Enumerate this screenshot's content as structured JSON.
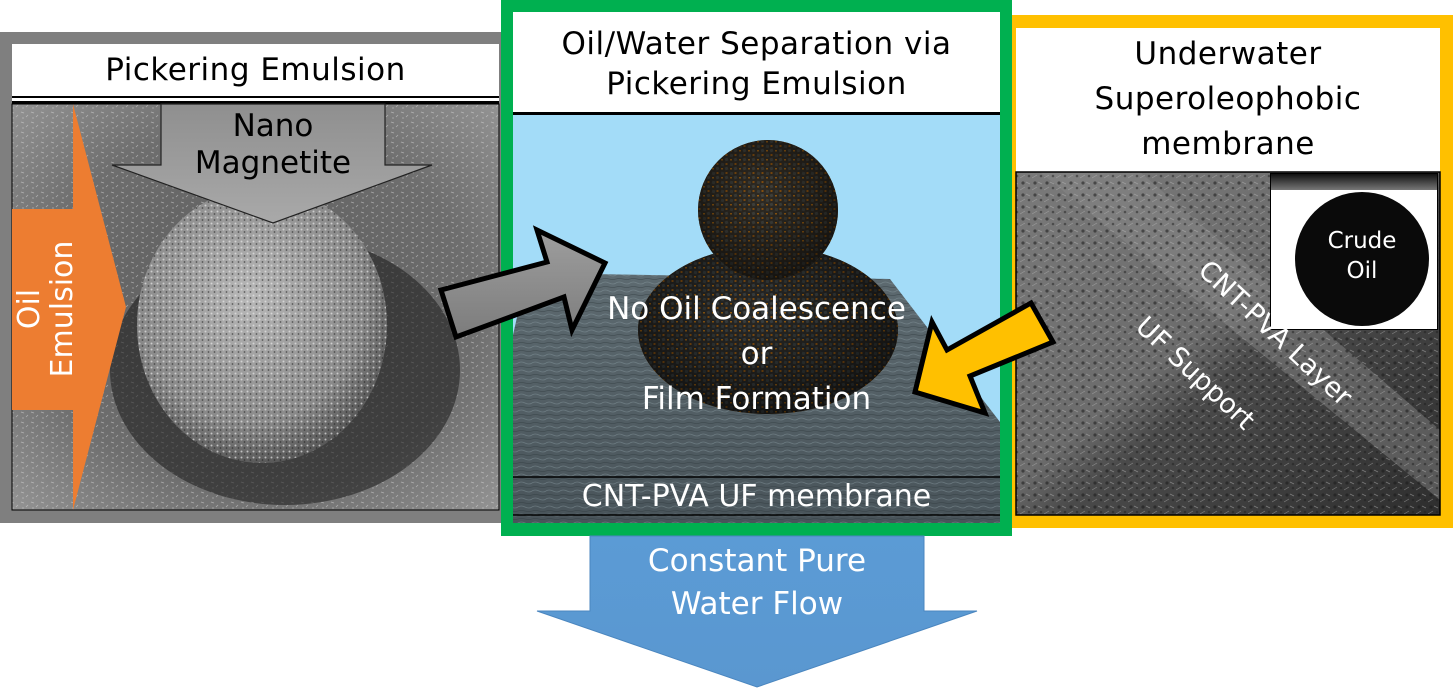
{
  "colors": {
    "left_frame": "#7f7f7f",
    "center_frame": "#00b050",
    "right_frame": "#ffc000",
    "oil_arrow": "#ed7d31",
    "water_arrow": "#5b9bd5",
    "water_background": "#a3dcf8",
    "gray_arrow": "#8c8c8c",
    "yellow_arrow": "#ffc000"
  },
  "panels": {
    "left": {
      "title": "Pickering Emulsion",
      "arrow_top_label": [
        "Nano",
        "Magnetite"
      ],
      "arrow_side_label": [
        "Oil",
        "Emulsion"
      ]
    },
    "center": {
      "title_lines": [
        "Oil/Water Separation via",
        "Pickering Emulsion"
      ],
      "overlay_lines": [
        "No Oil Coalescence",
        "or",
        "Film Formation"
      ],
      "membrane_label": "CNT-PVA UF membrane"
    },
    "right": {
      "title_lines": [
        "Underwater",
        "Superoleophobic",
        "membrane"
      ],
      "inset_label": [
        "Crude",
        "Oil"
      ],
      "layer_label": "CNT-PVA Layer",
      "support_label": "UF Support"
    }
  },
  "output_arrow": {
    "label_lines": [
      "Constant Pure",
      "Water Flow"
    ]
  }
}
